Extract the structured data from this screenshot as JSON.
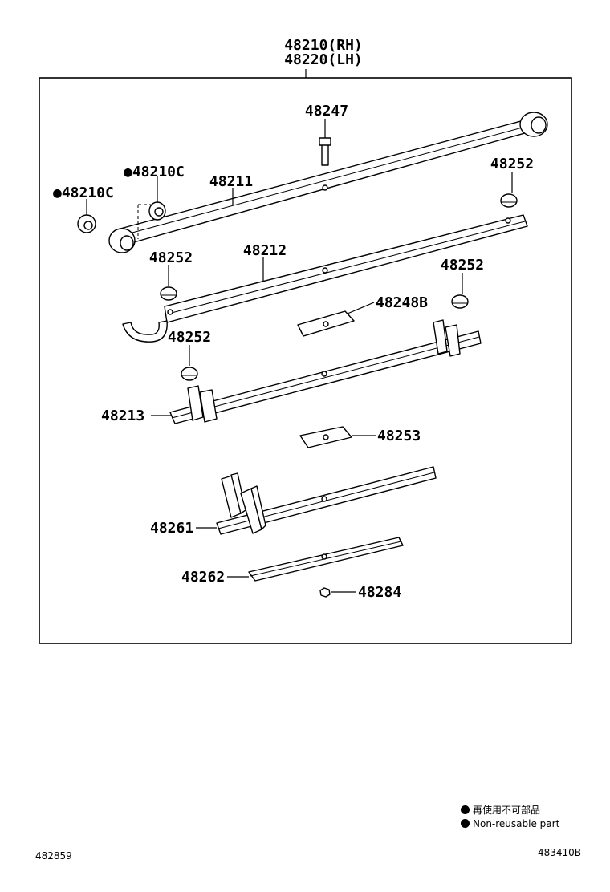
{
  "assembly": {
    "rh": "48210(RH)",
    "lh": "48220(LH)"
  },
  "parts": {
    "p48247": "48247",
    "p48210c_a": "●48210C",
    "p48210c_b": "●48210C",
    "p48211": "48211",
    "p48252_a": "48252",
    "p48252_b": "48252",
    "p48252_c": "48252",
    "p48252_d": "48252",
    "p48212": "48212",
    "p48248b": "48248B",
    "p48213": "48213",
    "p48253": "48253",
    "p48261": "48261",
    "p48262": "48262",
    "p48284": "48284"
  },
  "legend": {
    "japanese": "再使用不可部品",
    "english": "Non-reusable part"
  },
  "footer": {
    "left_code": "482859",
    "right_code": "483410B"
  }
}
